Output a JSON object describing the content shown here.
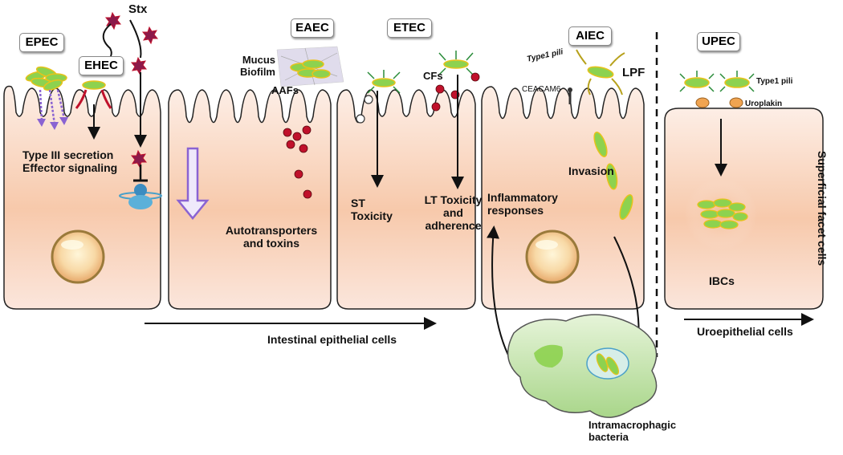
{
  "strains": {
    "epec": "EPEC",
    "ehec": "EHEC",
    "eaec": "EAEC",
    "etec": "ETEC",
    "aiec": "AIEC",
    "upec": "UPEC"
  },
  "labels": {
    "stx": "Stx",
    "mucus_biofilm": "Mucus\nBiofilm",
    "aafs": "AAFs",
    "cfs": "CFs",
    "type1_pili_aiec": "Type1 pili",
    "ceacam6": "CEACAM6",
    "lpf": "LPF",
    "type1_pili_upec": "Type1 pili",
    "uroplakin": "Uroplakin",
    "type3_secretion": "Type III secretion\nEffector signaling",
    "autotransporters": "Autotransporters\nand toxins",
    "st_toxicity": "ST\nToxicity",
    "lt_toxicity": "LT Toxicity\nand\nadherence",
    "inflammatory": "Inflammatory\nresponses",
    "invasion": "Invasion",
    "ibcs": "IBCs",
    "superficial": "Superficial facet cells",
    "intestinal": "Intestinal epithelial cells",
    "uroepithelial": "Uroepithelial cells",
    "intramacrophagic": "Intramacrophagic\nbacteria"
  },
  "colors": {
    "cell_top": "#fbe3d8",
    "cell_mid": "#f6c7a8",
    "bacteria": "#8dd24f",
    "bacteria_edge": "#e8c21a",
    "toxin": "#c0112b",
    "macrophage": "#c9e8b0",
    "arrow_purple": "#8a63d2"
  }
}
